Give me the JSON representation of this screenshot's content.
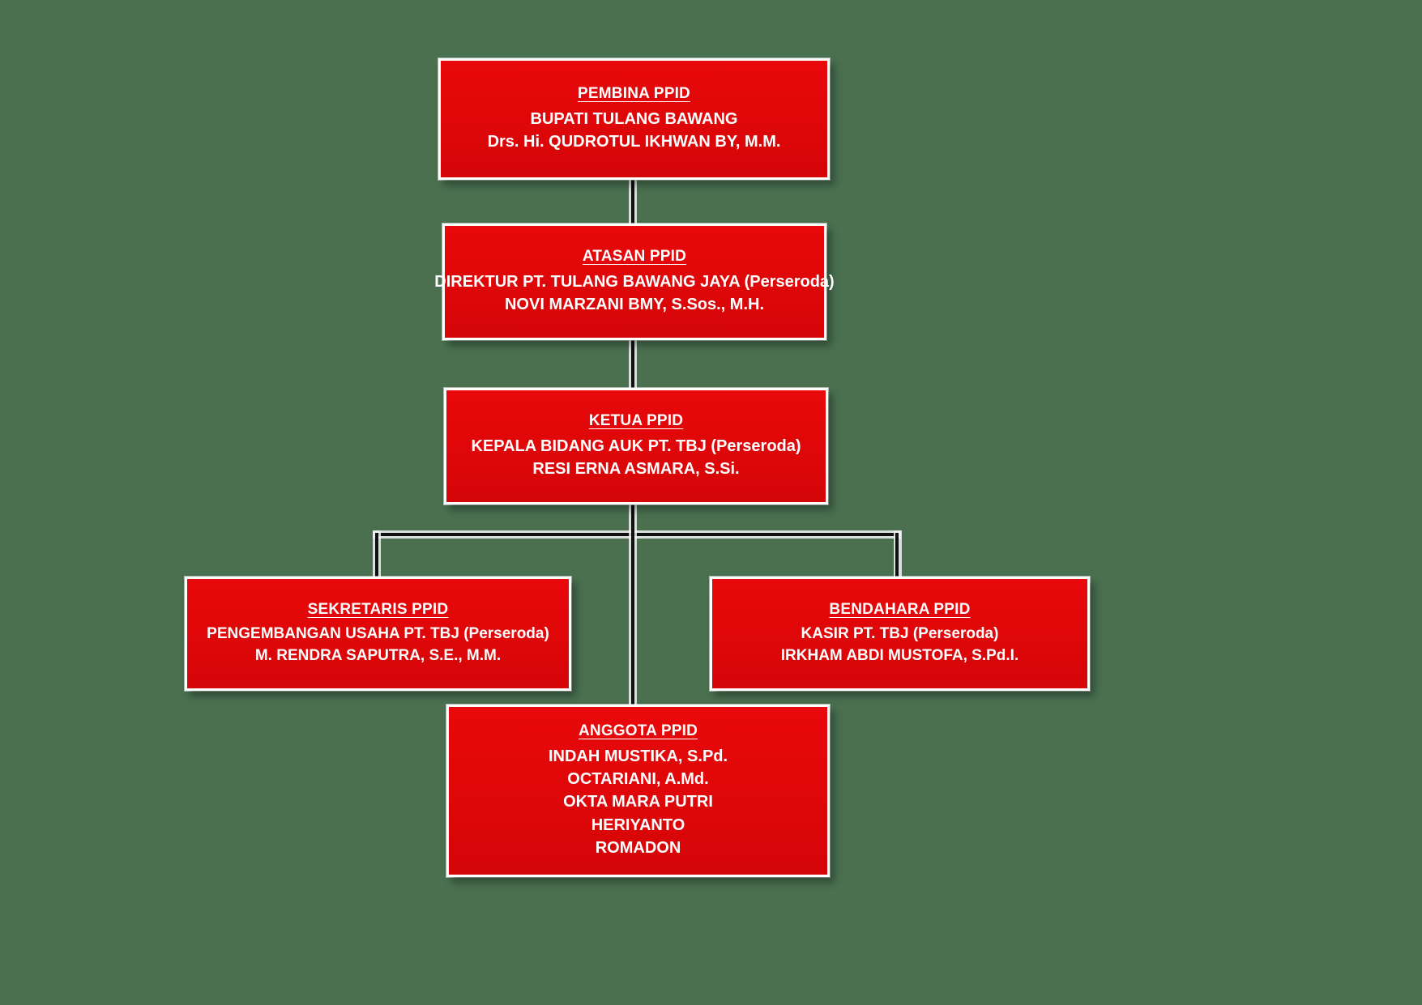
{
  "chart": {
    "title": "Struktur Organisasi PPID",
    "accent_color": "#e20a0c",
    "background_color": "#4a7050",
    "text_color": "#ffffff",
    "connector_color": "#111111"
  },
  "nodes": {
    "pembina": {
      "title": "PEMBINA PPID",
      "line1": "BUPATI TULANG BAWANG",
      "line2": "Drs. Hi. QUDROTUL IKHWAN BY, M.M."
    },
    "atasan": {
      "title": "ATASAN PPID",
      "line1": "DIREKTUR PT. TULANG BAWANG JAYA (Perseroda)",
      "line2": "NOVI MARZANI BMY, S.Sos., M.H."
    },
    "ketua": {
      "title": "KETUA PPID",
      "line1": "KEPALA BIDANG AUK PT. TBJ (Perseroda)",
      "line2": "RESI ERNA ASMARA, S.Si."
    },
    "sekretaris": {
      "title": "SEKRETARIS PPID",
      "line1": "PENGEMBANGAN USAHA PT. TBJ (Perseroda)",
      "line2": "M. RENDRA SAPUTRA, S.E., M.M."
    },
    "bendahara": {
      "title": "BENDAHARA PPID",
      "line1": "KASIR PT. TBJ (Perseroda)",
      "line2": "IRKHAM ABDI MUSTOFA, S.Pd.I."
    },
    "anggota": {
      "title": "ANGGOTA PPID",
      "member1": "INDAH MUSTIKA, S.Pd.",
      "member2": "OCTARIANI, A.Md.",
      "member3": "OKTA MARA PUTRI",
      "member4": "HERIYANTO",
      "member5": "ROMADON"
    }
  }
}
